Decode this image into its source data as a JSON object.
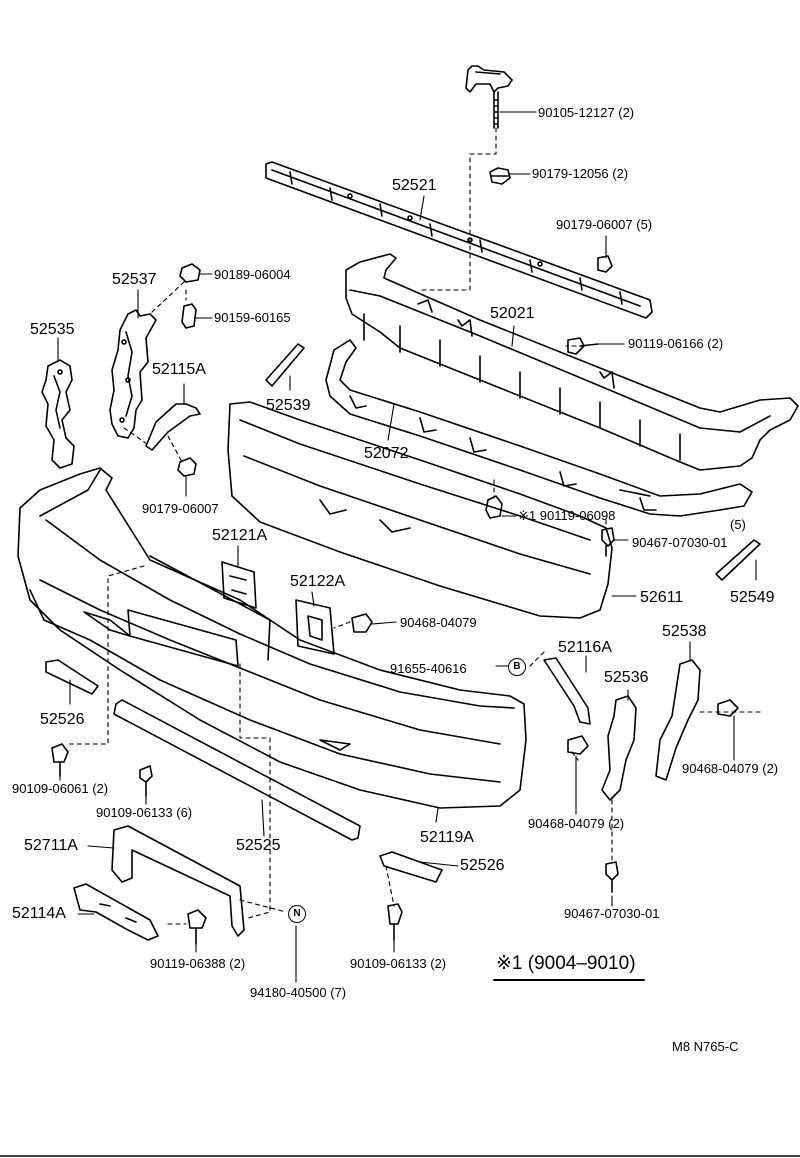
{
  "labels": {
    "p52521": "52521",
    "p52021": "52021",
    "p52537": "52537",
    "p52535": "52535",
    "p52115A": "52115A",
    "p52539": "52539",
    "p52072": "52072",
    "p52121A": "52121A",
    "p52122A": "52122A",
    "p52611": "52611",
    "p52549": "52549",
    "p52526a": "52526",
    "p52116A": "52116A",
    "p52536": "52536",
    "p52538": "52538",
    "p52525": "52525",
    "p52119A": "52119A",
    "p52711A": "52711A",
    "p52526b": "52526",
    "p52114A": "52114A"
  },
  "hardware": {
    "h1": "90105-12127 (2)",
    "h2": "90179-12056 (2)",
    "h3": "90179-06007 (5)",
    "h4": "90189-06004",
    "h5": "90159-60165",
    "h6": "90119-06166 (2)",
    "h7": "90179-06007",
    "h8": "90119-06098",
    "h9": "(5)",
    "h10": "90467-07030-01",
    "h11": "90468-04079",
    "h12": "91655-40616",
    "h13": "90109-06061 (2)",
    "h14": "90109-06133 (6)",
    "h15": "90468-04079 (2)",
    "h16": "90468-04079 (2)",
    "h17": "90467-07030-01",
    "h18": "90119-06388 (2)",
    "h19": "94180-40500 (7)",
    "h20": "90109-06133 (2)"
  },
  "marks": {
    "star": "※1",
    "circle_b": "B",
    "circle_n": "N"
  },
  "note": "※1 (9004–9010)",
  "code": "M8  N765-C"
}
